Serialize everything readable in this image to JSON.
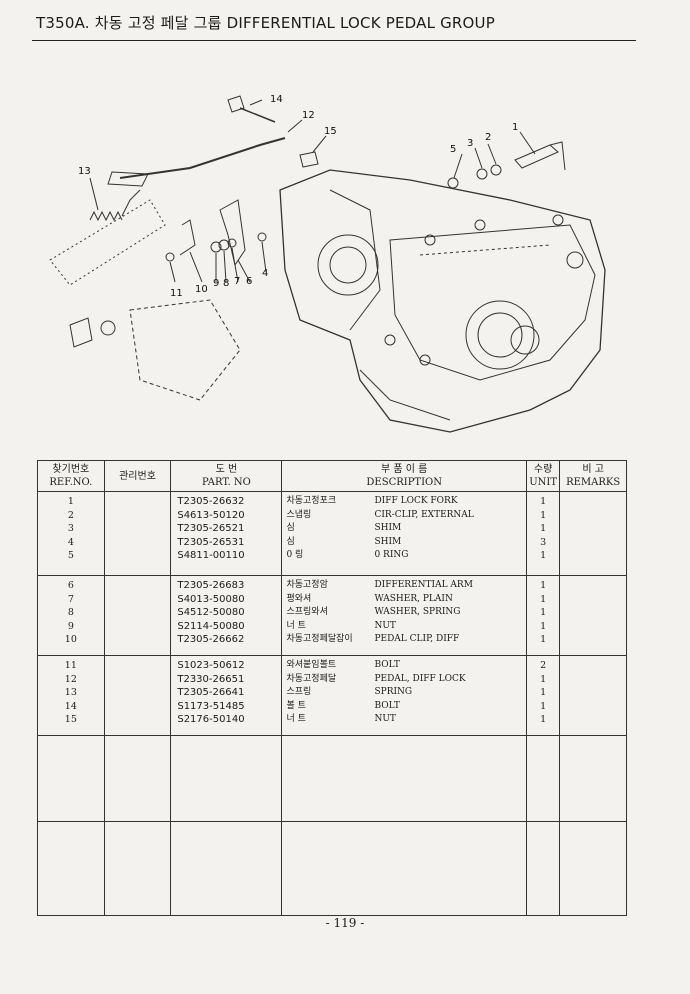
{
  "header": {
    "title": "T350A. 차동 고정 페달 그룹 DIFFERENTIAL LOCK PEDAL GROUP"
  },
  "diagram": {
    "callouts": [
      "14",
      "12",
      "15",
      "5",
      "3",
      "2",
      "1",
      "13",
      "11",
      "10",
      "9",
      "8",
      "7",
      "6",
      "4"
    ]
  },
  "table": {
    "headers": {
      "ref_ko": "찾기번호",
      "ref_en": "REF.NO.",
      "mgmt_ko": "관리번호",
      "part_ko": "도 번",
      "part_en": "PART. NO",
      "desc_ko": "부 품 이 름",
      "desc_en": "DESCRIPTION",
      "qty_ko": "수량",
      "qty_en": "UNIT",
      "remarks_ko": "비 고",
      "remarks_en": "REMARKS"
    },
    "groups": [
      {
        "rows": [
          {
            "ref": "1",
            "part": "T2305-26632",
            "desc_ko": "차동고정포크",
            "desc_en": "DIFF LOCK FORK",
            "unit": "1"
          },
          {
            "ref": "2",
            "part": "S4613-50120",
            "desc_ko": "스냅링",
            "desc_en": "CIR-CLIP, EXTERNAL",
            "unit": "1"
          },
          {
            "ref": "3",
            "part": "T2305-26521",
            "desc_ko": "심",
            "desc_en": "SHIM",
            "unit": "1"
          },
          {
            "ref": "4",
            "part": "T2305-26531",
            "desc_ko": "심",
            "desc_en": "SHIM",
            "unit": "3"
          },
          {
            "ref": "5",
            "part": "S4811-00110",
            "desc_ko": "0 링",
            "desc_en": "0 RING",
            "unit": "1"
          }
        ]
      },
      {
        "rows": [
          {
            "ref": "6",
            "part": "T2305-26683",
            "desc_ko": "차동고정암",
            "desc_en": "DIFFERENTIAL ARM",
            "unit": "1"
          },
          {
            "ref": "7",
            "part": "S4013-50080",
            "desc_ko": "평와셔",
            "desc_en": "WASHER, PLAIN",
            "unit": "1"
          },
          {
            "ref": "8",
            "part": "S4512-50080",
            "desc_ko": "스프링와셔",
            "desc_en": "WASHER, SPRING",
            "unit": "1"
          },
          {
            "ref": "9",
            "part": "S2114-50080",
            "desc_ko": "너 트",
            "desc_en": "NUT",
            "unit": "1"
          },
          {
            "ref": "10",
            "part": "T2305-26662",
            "desc_ko": "차동고정페달잡이",
            "desc_en": "PEDAL CLIP, DIFF",
            "unit": "1"
          }
        ]
      },
      {
        "rows": [
          {
            "ref": "11",
            "part": "S1023-50612",
            "desc_ko": "와셔붙임볼트",
            "desc_en": "BOLT",
            "unit": "2"
          },
          {
            "ref": "12",
            "part": "T2330-26651",
            "desc_ko": "차동고정페달",
            "desc_en": "PEDAL, DIFF LOCK",
            "unit": "1"
          },
          {
            "ref": "13",
            "part": "T2305-26641",
            "desc_ko": "스프링",
            "desc_en": "SPRING",
            "unit": "1"
          },
          {
            "ref": "14",
            "part": "S1173-51485",
            "desc_ko": "볼 트",
            "desc_en": "BOLT",
            "unit": "1"
          },
          {
            "ref": "15",
            "part": "S2176-50140",
            "desc_ko": "너 트",
            "desc_en": "NUT",
            "unit": "1"
          }
        ]
      },
      {
        "rows": []
      },
      {
        "rows": []
      }
    ]
  },
  "footer": {
    "page_number": "- 119 -"
  }
}
